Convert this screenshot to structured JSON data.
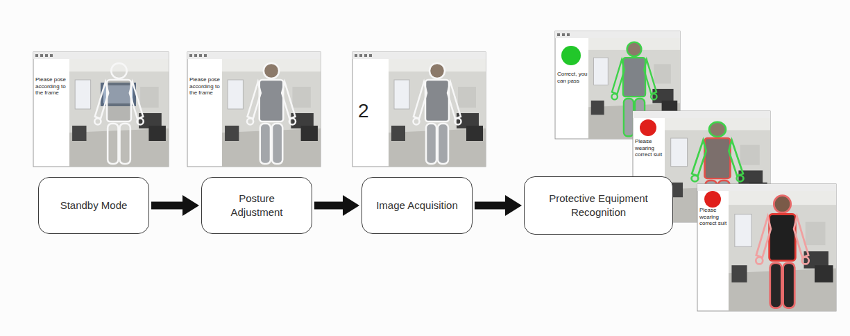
{
  "diagram": {
    "nodes": [
      {
        "text": [
          "Standby Mode"
        ]
      },
      {
        "text": [
          "Posture Adjustment"
        ]
      },
      {
        "text": [
          "Image Acquisition"
        ]
      },
      {
        "text": [
          "Protective Equipment Recognition"
        ]
      }
    ],
    "edges": [
      {
        "from": 0,
        "to": 1,
        "arrow": "to"
      },
      {
        "from": 1,
        "to": 2,
        "arrow": "to"
      },
      {
        "from": 2,
        "to": 3,
        "arrow": "to"
      }
    ],
    "labels": [
      "Please pose according to the frame",
      "Please pose according to the frame",
      "2",
      "Correct, you can pass",
      "Please wearing correct suit",
      "Please wearing correct suit"
    ]
  }
}
